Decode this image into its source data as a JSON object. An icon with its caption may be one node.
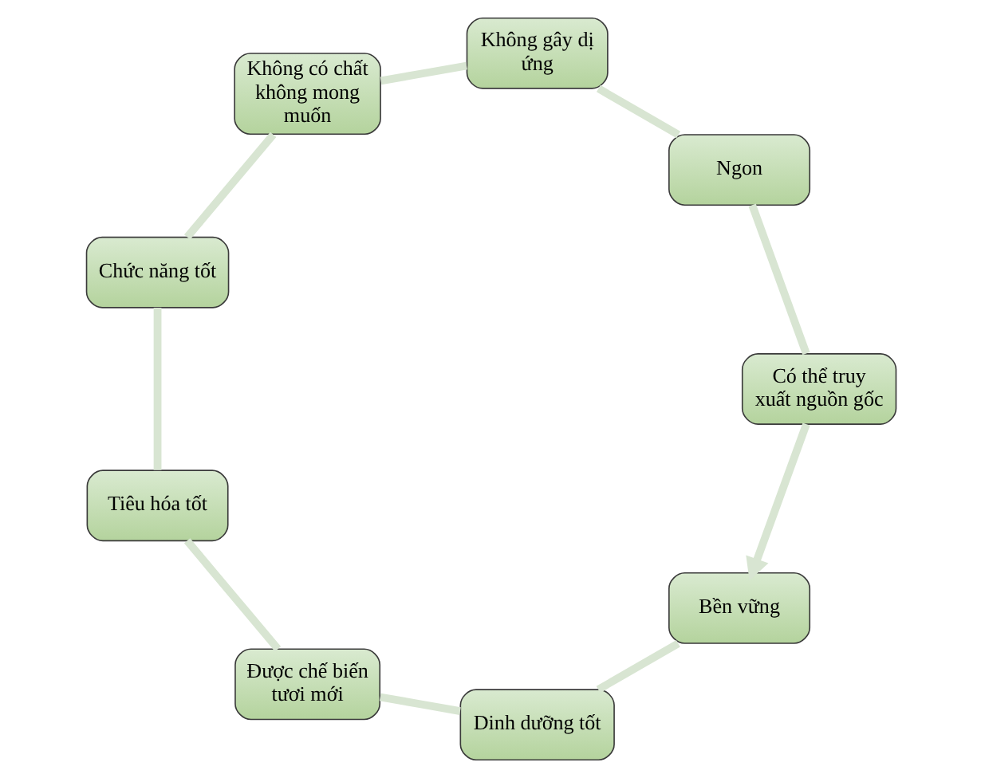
{
  "diagram": {
    "nodes": [
      {
        "text": [
          "Bền vững"
        ]
      },
      {
        "text": [
          "Dinh dưỡng tốt"
        ]
      },
      {
        "text": [
          "Được chế biến tươi mới"
        ]
      },
      {
        "text": [
          "Tiêu hóa tốt"
        ]
      },
      {
        "text": [
          "Chức năng tốt"
        ]
      },
      {
        "text": [
          "Không có chất không mong muốn"
        ]
      },
      {
        "text": [
          "Không gây dị ứng"
        ]
      },
      {
        "text": [
          "Ngon"
        ]
      },
      {
        "text": [
          "Có thể truy xuất nguồn gốc"
        ]
      }
    ],
    "edges": [
      {
        "from": 0,
        "to": 1,
        "arrow": "none"
      },
      {
        "from": 1,
        "to": 2,
        "arrow": "none"
      },
      {
        "from": 2,
        "to": 3,
        "arrow": "none"
      },
      {
        "from": 3,
        "to": 4,
        "arrow": "none"
      },
      {
        "from": 4,
        "to": 5,
        "arrow": "none"
      },
      {
        "from": 5,
        "to": 6,
        "arrow": "none"
      },
      {
        "from": 6,
        "to": 7,
        "arrow": "none"
      },
      {
        "from": 7,
        "to": 8,
        "arrow": "none"
      },
      {
        "from": 8,
        "to": 0,
        "arrow": "to"
      }
    ]
  }
}
